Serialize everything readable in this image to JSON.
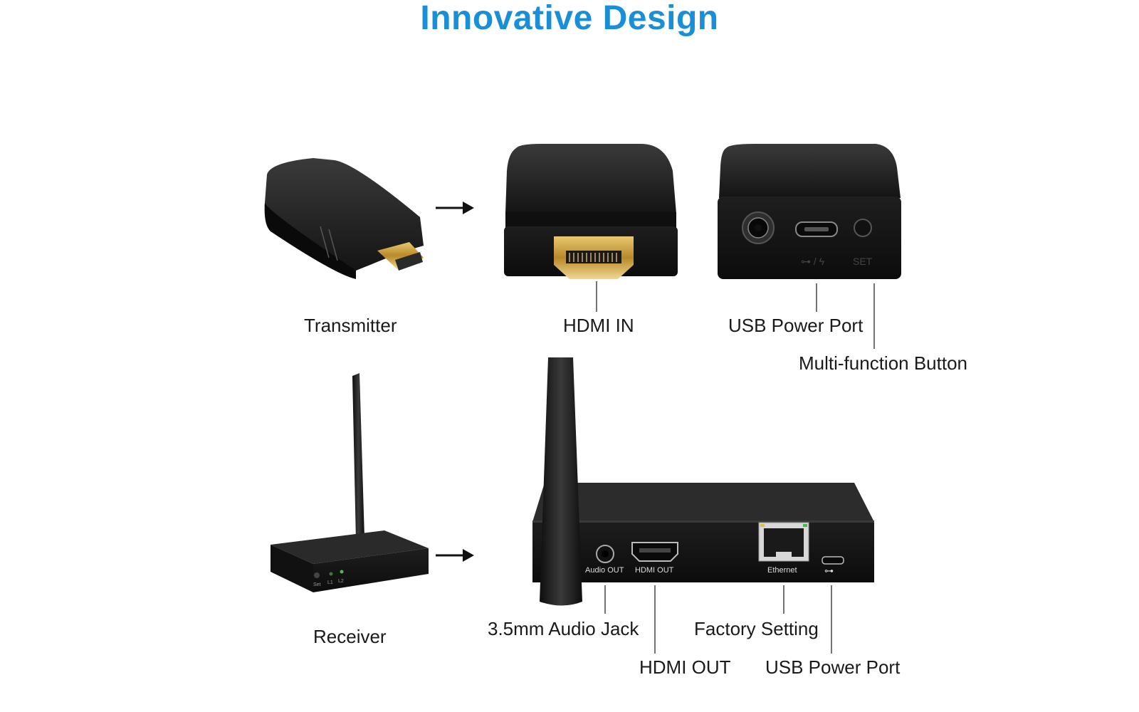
{
  "title": "Innovative Design",
  "transmitter": {
    "name": "Transmitter",
    "callouts": {
      "hdmi_in": "HDMI IN",
      "usb_power_port": "USB Power Port",
      "multi_function_button": "Multi-function Button"
    },
    "panel_markings": {
      "set": "SET"
    }
  },
  "receiver": {
    "name": "Receiver",
    "callouts": {
      "audio_jack": "3.5mm Audio Jack",
      "hdmi_out": "HDMI OUT",
      "factory_setting": "Factory Setting",
      "usb_power_port": "USB Power Port"
    },
    "panel_markings": {
      "audio_out": "Audio OUT",
      "hdmi_out": "HDMI OUT",
      "ethernet": "Ethernet",
      "set": "Set",
      "l1": "L1",
      "l2": "L2"
    }
  },
  "colors": {
    "title": "#1a8fd8",
    "device_body": "#1c1c1c",
    "hdmi_gold": "#c9a040",
    "text": "#1a1a1a"
  }
}
